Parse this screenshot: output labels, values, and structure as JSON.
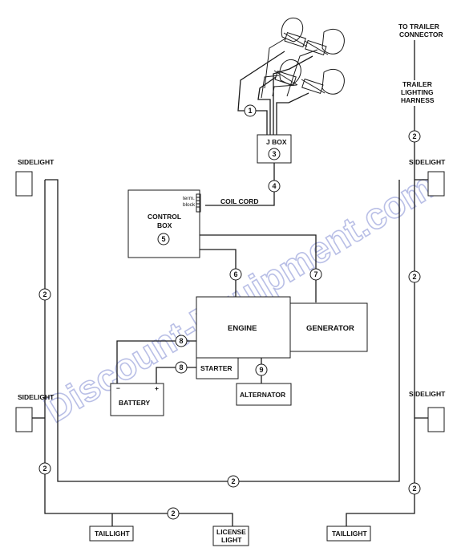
{
  "watermark": "Discount-Equipment.com",
  "labels": {
    "to_trailer_connector": [
      "TO TRAILER",
      "CONNECTOR"
    ],
    "trailer_harness": [
      "TRAILER",
      "LIGHTING",
      "HARNESS"
    ],
    "jbox": "J BOX",
    "coil_cord": "COIL CORD",
    "term_block": [
      "term.",
      "block"
    ],
    "control_box": [
      "CONTROL",
      "BOX"
    ],
    "engine": "ENGINE",
    "generator": "GENERATOR",
    "starter": "STARTER",
    "battery": "BATTERY",
    "battery_neg": "−",
    "battery_pos": "+",
    "alternator": "ALTERNATOR",
    "sidelight": "SIDELIGHT",
    "taillight": "TAILLIGHT",
    "license_light": [
      "LICENSE",
      "LIGHT"
    ]
  },
  "callouts": {
    "c1": "1",
    "c2_harness": "2",
    "c3": "3",
    "c4": "4",
    "c5": "5",
    "c6": "6",
    "c7": "7",
    "c8_engine": "8",
    "c8_battery": "8",
    "c9": "9",
    "c2_left": "2",
    "c2_right": "2",
    "c2_left_low": "2",
    "c2_bottom": "2",
    "c2_right_low": "2",
    "c2_tail": "2"
  }
}
